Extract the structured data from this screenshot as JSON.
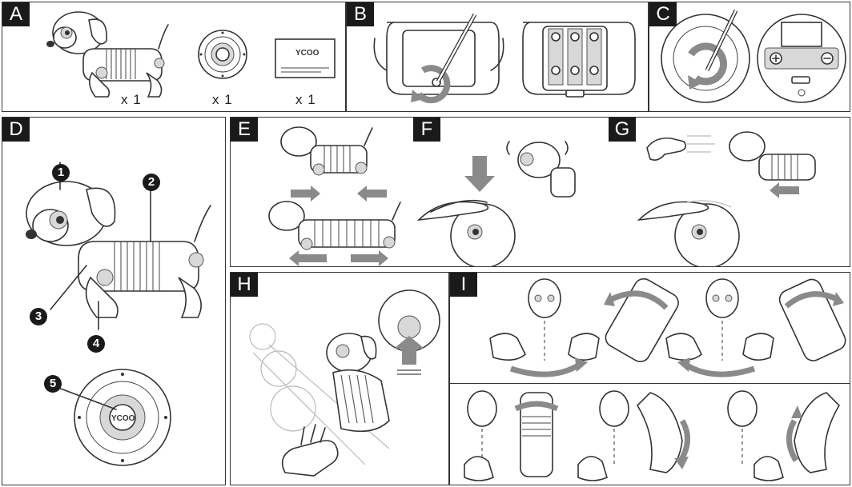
{
  "panels": {
    "a": {
      "tag": "A",
      "qty": [
        "x 1",
        "x 1",
        "x 1"
      ],
      "booklet_logo": "YCOO"
    },
    "b": {
      "tag": "B"
    },
    "c": {
      "tag": "C"
    },
    "d": {
      "tag": "D",
      "callouts": [
        "1",
        "2",
        "3",
        "4",
        "5"
      ]
    },
    "e": {
      "tag": "E"
    },
    "f": {
      "tag": "F"
    },
    "g": {
      "tag": "G"
    },
    "h": {
      "tag": "H"
    },
    "i": {
      "tag": "I"
    }
  },
  "remote_logo": "YCOO",
  "colors": {
    "ink": "#333333",
    "arrow": "#8a8a8a",
    "tag_bg": "#1a1a1a"
  },
  "icons": [
    "screwdriver-icon",
    "rotate-arrow-icon",
    "battery-icon",
    "hand-icon",
    "move-arrow-icon"
  ]
}
